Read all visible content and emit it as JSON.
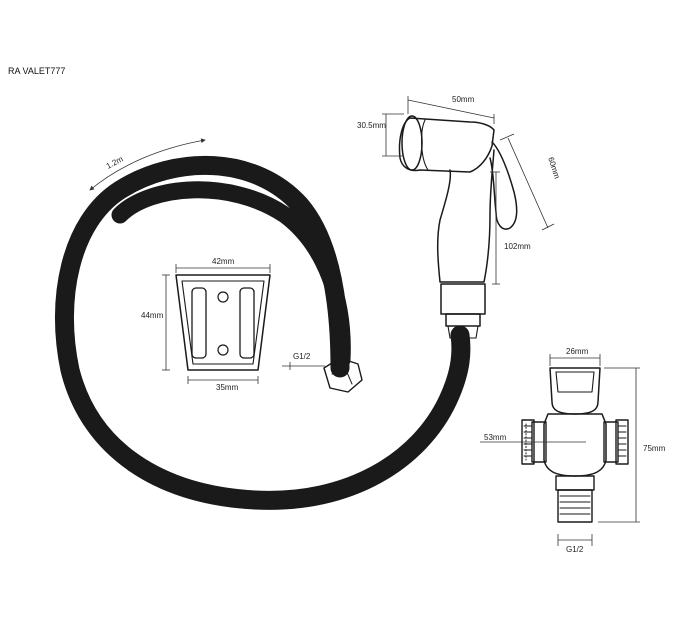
{
  "title": "RA VALET777",
  "hose": {
    "length": "1.2m"
  },
  "holder": {
    "width_top": "42mm",
    "height": "44mm",
    "width_bottom": "35mm"
  },
  "connector": {
    "thread": "G1/2"
  },
  "sprayer": {
    "length": "50mm",
    "diameter": "30.5mm",
    "lever": "60mm",
    "body": "102mm"
  },
  "valve": {
    "top_width": "26mm",
    "side_width": "53mm",
    "height": "75mm",
    "thread": "G1/2"
  }
}
